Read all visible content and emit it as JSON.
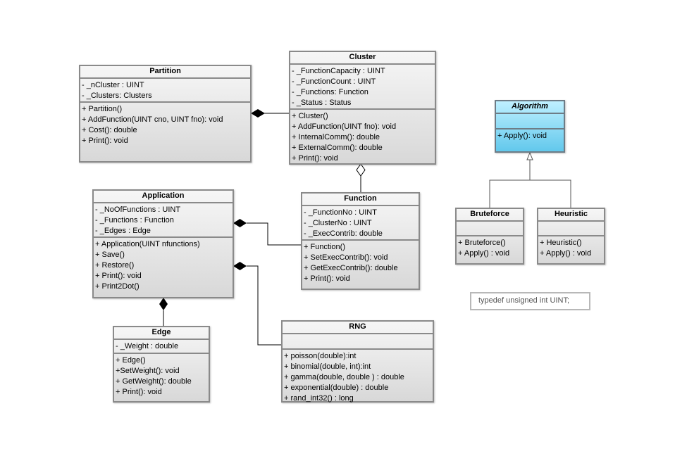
{
  "classes": {
    "partition": {
      "name": "Partition",
      "attributes": [
        "- _nCluster : UINT",
        "- _Clusters: Clusters"
      ],
      "operations": [
        "+ Partition()",
        "+ AddFunction(UINT cno, UINT fno): void",
        "+ Cost(): double",
        "+ Print(): void"
      ]
    },
    "cluster": {
      "name": "Cluster",
      "attributes": [
        "- _FunctionCapacity : UINT",
        "- _FunctionCount : UINT",
        "- _Functions: Function",
        "- _Status : Status"
      ],
      "operations": [
        "+ Cluster()",
        "+ AddFunction(UINT fno): void",
        "+ InternalComm(): double",
        "+ ExternalComm(): double",
        "+ Print(): void"
      ]
    },
    "algorithm": {
      "name": "Algorithm",
      "attributes": [],
      "operations": [
        "+ Apply(): void"
      ]
    },
    "application": {
      "name": "Application",
      "attributes": [
        "- _NoOfFunctions : UINT",
        "- _Functions : Function",
        "- _Edges : Edge"
      ],
      "operations": [
        "+ Application(UINT nfunctions)",
        "+ Save()",
        "+ Restore()",
        "+ Print(): void",
        "+ Print2Dot()"
      ]
    },
    "function": {
      "name": "Function",
      "attributes": [
        "- _FunctionNo : UINT",
        "- _ClusterNo : UINT",
        "- _ExecContrib: double"
      ],
      "operations": [
        "+ Function()",
        "+ SetExecContrib(): void",
        "+ GetExecContrib(): double",
        "+ Print(): void"
      ]
    },
    "bruteforce": {
      "name": "Bruteforce",
      "attributes": [],
      "operations": [
        "+ Bruteforce()",
        "+ Apply() : void"
      ]
    },
    "heuristic": {
      "name": "Heuristic",
      "attributes": [],
      "operations": [
        "+ Heuristic()",
        "+ Apply() : void"
      ]
    },
    "edge": {
      "name": "Edge",
      "attributes": [
        "- _Weight : double"
      ],
      "operations": [
        "+ Edge()",
        "+SetWeight(): void",
        "+ GetWeight(): double",
        "+ Print(): void"
      ]
    },
    "rng": {
      "name": "RNG",
      "attributes": [],
      "operations": [
        "+ poisson(double):int",
        "+ binomial(double, int):int",
        "+ gamma(double, double ) : double",
        "+ exponential(double) : double",
        "+ rand_int32() : long"
      ]
    }
  },
  "note": {
    "text": "typedef unsigned int UINT;"
  },
  "colors": {
    "border": "#8a8a8a",
    "abstract_fill": "#62c8ec",
    "note_border": "#b8b8b8"
  }
}
